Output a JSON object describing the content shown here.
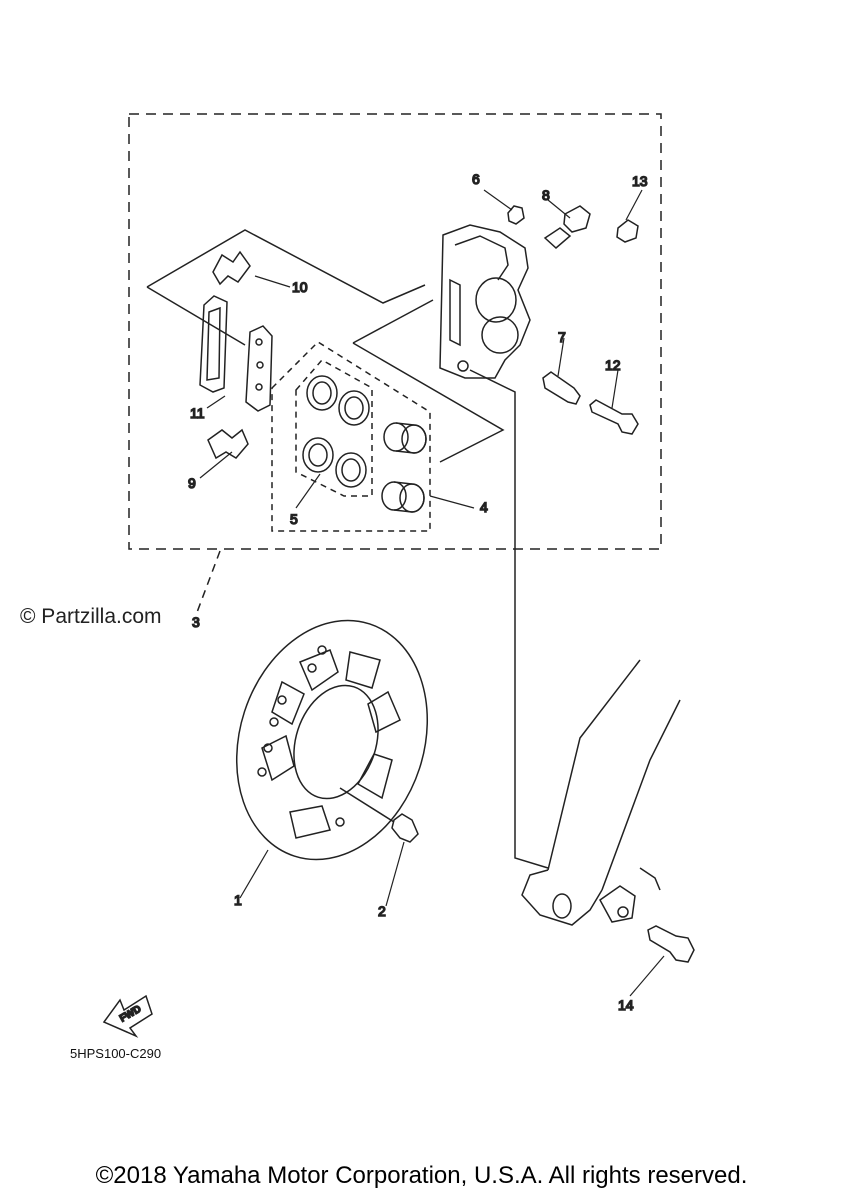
{
  "watermark": "© Partzilla.com",
  "diagram_code": "5HPS100-C290",
  "copyright": "©2018 Yamaha Motor Corporation, U.S.A. All rights reserved.",
  "fwd_label": "FWD",
  "callouts": {
    "c1": "1",
    "c2": "2",
    "c3": "3",
    "c4": "4",
    "c5": "5",
    "c6": "6",
    "c7": "7",
    "c8": "8",
    "c9": "9",
    "c10": "10",
    "c11": "11",
    "c12": "12",
    "c13": "13",
    "c14": "14"
  }
}
